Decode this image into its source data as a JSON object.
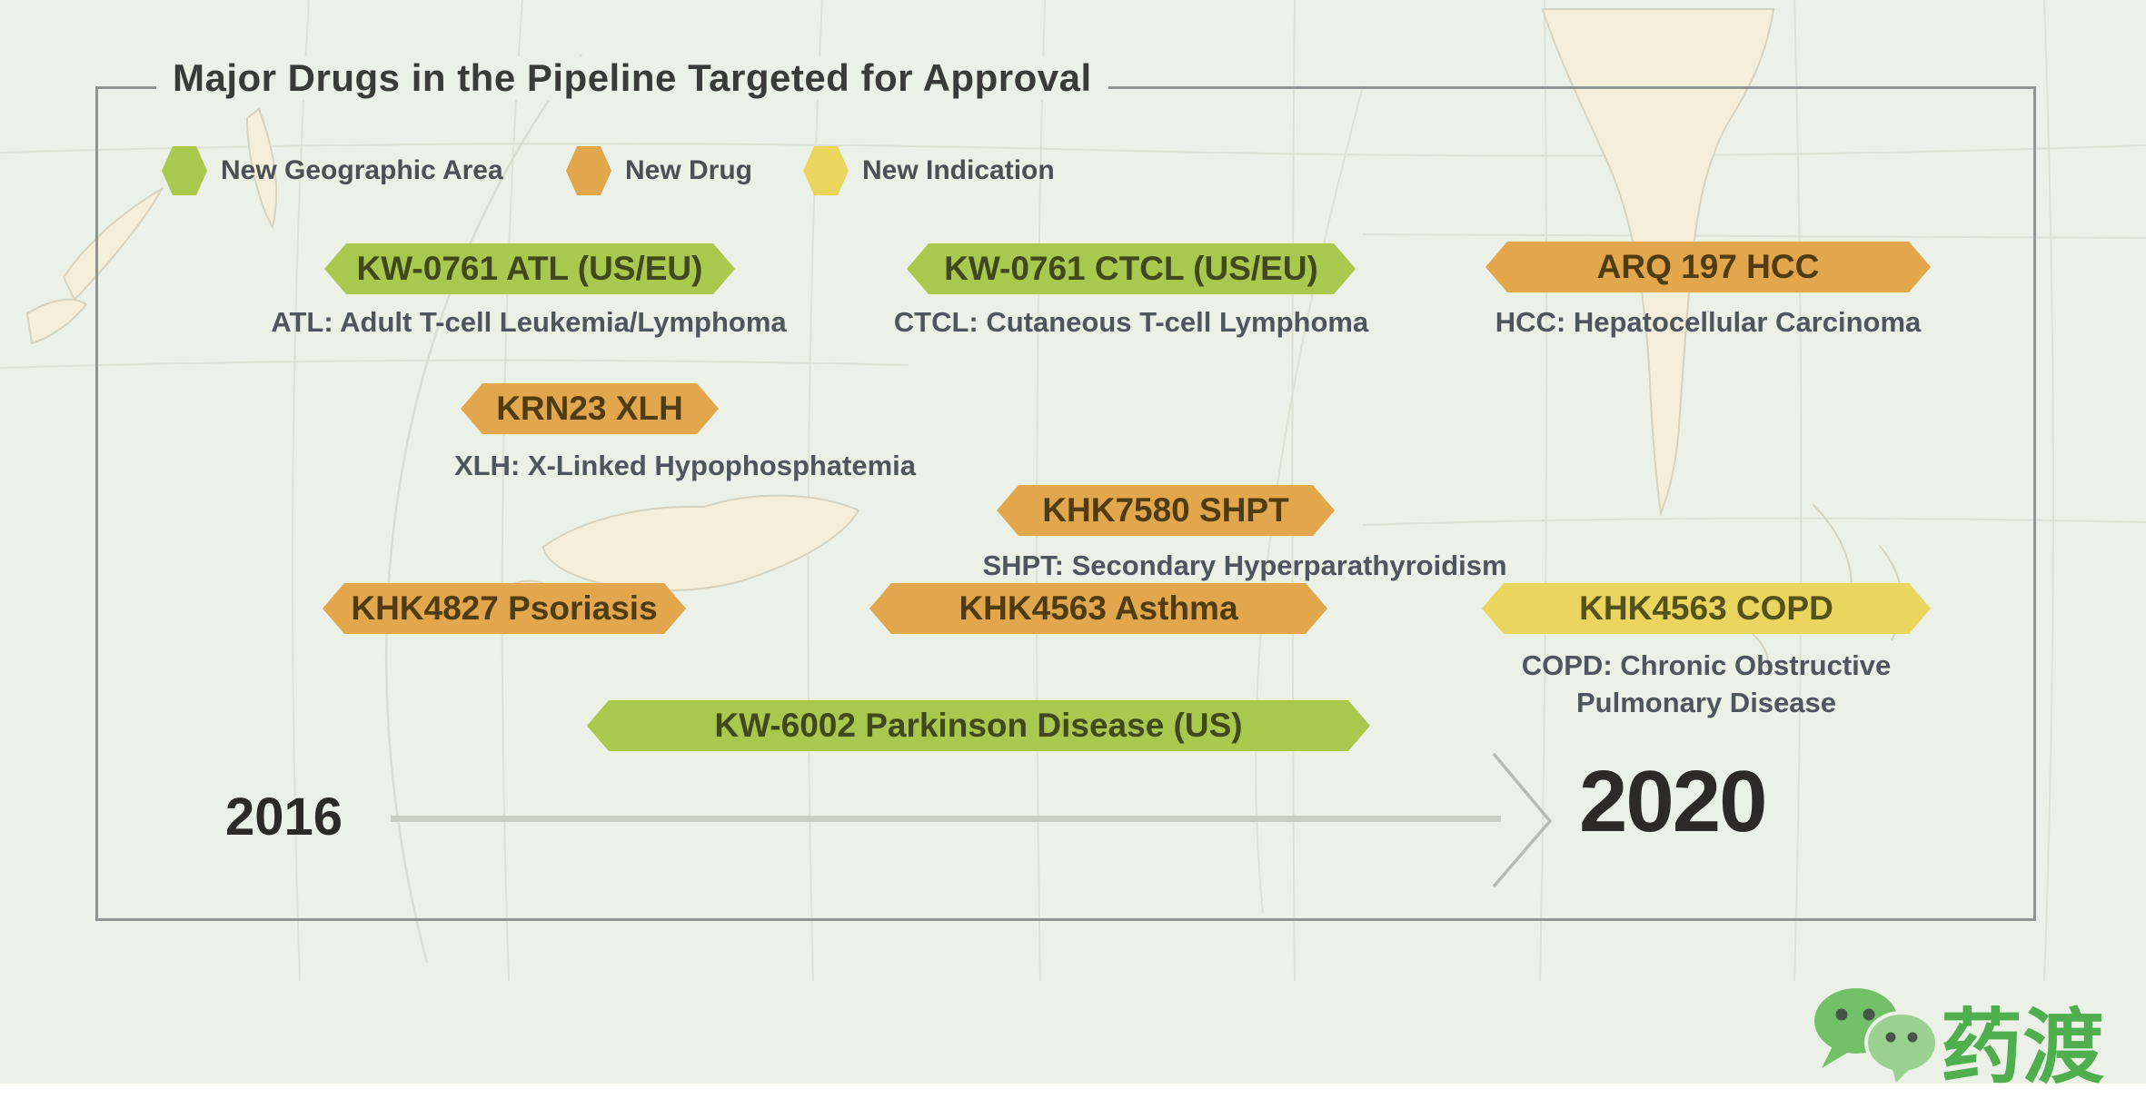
{
  "title": "Major Drugs in the Pipeline Targeted for Approval",
  "legend": {
    "items": [
      {
        "label": "New Geographic Area",
        "color": "#a9c84e"
      },
      {
        "label": "New Drug",
        "color": "#e2a64c"
      },
      {
        "label": "New Indication",
        "color": "#ead55e"
      }
    ]
  },
  "pills": [
    {
      "label": "KW-0761 ATL (US/EU)",
      "category": "New Geographic Area",
      "caption": "ATL: Adult T-cell Leukemia/Lymphoma"
    },
    {
      "label": "KW-0761 CTCL (US/EU)",
      "category": "New Geographic Area",
      "caption": "CTCL: Cutaneous T-cell Lymphoma"
    },
    {
      "label": "ARQ 197 HCC",
      "category": "New Drug",
      "caption": "HCC: Hepatocellular Carcinoma"
    },
    {
      "label": "KRN23 XLH",
      "category": "New Drug",
      "caption": "XLH: X-Linked Hypophosphatemia"
    },
    {
      "label": "KHK7580 SHPT",
      "category": "New Drug",
      "caption": "SHPT: Secondary Hyperparathyroidism"
    },
    {
      "label": "KHK4827 Psoriasis",
      "category": "New Drug"
    },
    {
      "label": "KHK4563 Asthma",
      "category": "New Drug"
    },
    {
      "label": "KHK4563 COPD",
      "category": "New Indication",
      "caption": "COPD: Chronic Obstructive",
      "caption2": "Pulmonary Disease"
    },
    {
      "label": "KW-6002 Parkinson Disease (US)",
      "category": "New Geographic Area"
    }
  ],
  "timeline": {
    "start_year": "2016",
    "end_year": "2020"
  },
  "logo": {
    "brand_text": "药渡",
    "icon": "wechat-chat-bubbles-icon",
    "brand_color": "#4fae4e"
  },
  "colors": {
    "background": "#ebf1e6",
    "frame_border": "#90938f",
    "timeline": "#c9cdc2"
  }
}
